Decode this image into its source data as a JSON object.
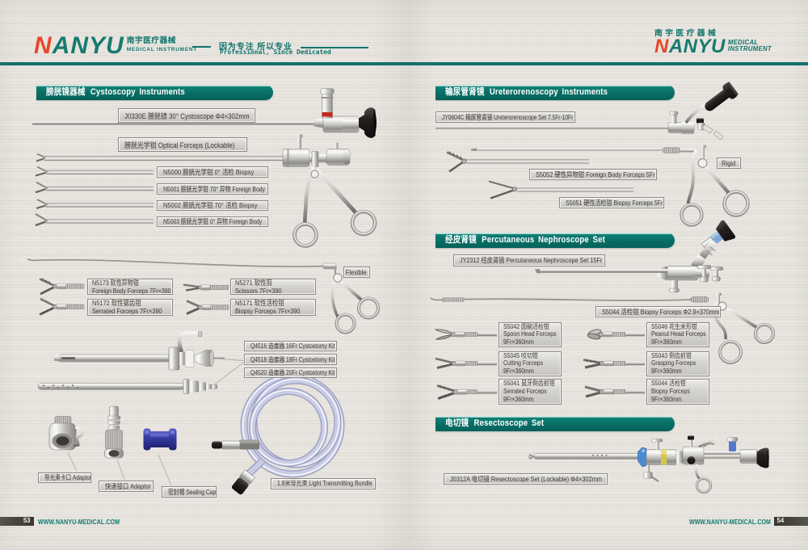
{
  "colors": {
    "paper": "#e9e6e1",
    "teal_band": "#0a7168",
    "teal_rule": "#11726b",
    "logo_teal": "#177a6e",
    "logo_red": "#e8472b",
    "label_plate": "#d8d6d2",
    "label_text": "#3a382f",
    "steel": "#b5b4b0",
    "black_part": "#1f1d1b",
    "blue_cap": "#333898",
    "cable_blue": "#c7cae1",
    "footer_bar": "#3f3d38"
  },
  "header": {
    "logo_left": {
      "brand_first": "N",
      "brand_rest": "ANYU",
      "brand_cn": "南宇医疗器械",
      "brand_sub": "MEDICAL  INSTRUMENT"
    },
    "slogan_cn": "因为专注  所以专业",
    "slogan_en": "Professional, Since Dedicated",
    "logo_right": {
      "brand_cn": "南宇医疗器械",
      "brand_first": "N",
      "brand_rest": "ANYU",
      "sub_line1": "MEDICAL",
      "sub_line2": "INSTRUMENT"
    }
  },
  "sections": {
    "cystoscopy": {
      "title_cn": "膀胱镜器械",
      "title_en": "Cystoscopy Instruments"
    },
    "uretero": {
      "title_cn": "输尿管肾镜",
      "title_en": "Ureterorenoscopy Instruments"
    },
    "nephro": {
      "title_cn": "经皮肾镜",
      "title_en": "Percutaneous Nephroscope Set"
    },
    "resecto": {
      "title_cn": "电切镜",
      "title_en": "Resectoscope Set"
    }
  },
  "labels": {
    "j0330e": "J0330E 膀胱镜 30°  Cystoscope  Φ4×302mm",
    "optical": "膀胱光学钳 Optical Forceps (Lockable)",
    "n5000": "N5000 膀胱光学钳  0°  活检 Biopsy",
    "n5001": "N5001 膀胱光学钳 70°  异物 Foreign Body",
    "n5002": "N5002 膀胱光学钳 70°  活检 Biopsy",
    "n5003": "N5003 膀胱光学钳  0°  异物 Foreign Body",
    "flexible": "Flexible",
    "n5173_l1": "N5173 软性异物钳",
    "n5173_l2": "Foreign Body Forceps 7Fr×390",
    "n5271_l1": "N5271 软性剪",
    "n5271_l2": "Scissors 7Fr×390",
    "n5172_l1": "N5172 软性锯齿钳",
    "n5172_l2": "Serrated Forceps 7Fr×390",
    "n5171_l1": "N5171 软性活检钳",
    "n5171_l2": "Biopsy Forceps 7Fr×390",
    "q4516": "Q4516 造瘘器 16Fr Cystostomy Kit",
    "q4518": "Q4518 造瘘器 18Fr Cystostomy Kit",
    "q4520": "Q4520 造瘘器 20Fr Cystostomy Kit",
    "adaptor_bayonet": "导光束卡口 Adaptor",
    "adaptor_quick": "快速接口 Adaptor",
    "sealing_cap": "密封帽 Sealing Cap",
    "light_bundle": "1.8米导光束  Light Transmitting Bundle",
    "jy0604c": "JY0604C 输尿管肾镜 Ureterorenoscope Set 7.5Fr-10Fr",
    "rigid": "Rigid",
    "s5052": "S5052 硬性异物钳 Foreign Body Forceps 5Fr",
    "s5051": "S5051 硬性活检钳 Biopsy Forceps 5Fr",
    "jy2312": "JY2312 经皮肾镜 Percutaneous Nephroscope Set 15Fr",
    "s5044_big": "S5044 活检钳 Biopsy Forceps  Φ2.9×370mm",
    "j0312a": "J0312A 电切镜 Resectoscope Set (Lockable)  Φ4×302mm"
  },
  "forceps_grid": [
    {
      "l1": "S5042 圆碗活检钳",
      "l2": "Spoon Head Forceps",
      "l3": "9Fr×360mm"
    },
    {
      "l1": "S5045 咬切钳",
      "l2": "Cutting Forceps",
      "l3": "9Fr×360mm"
    },
    {
      "l1": "S5041 鼠牙倒齿抓钳",
      "l2": "Serrated Forceps",
      "l3": "9Fr×360mm"
    },
    {
      "l1": "S5046 花生米形钳",
      "l2": "Peanut Head Forceps",
      "l3": "9Fr×360mm"
    },
    {
      "l1": "S5043 倒齿抓钳",
      "l2": "Grasping Forceps",
      "l3": "9Fr×360mm"
    },
    {
      "l1": "S5044 活检钳",
      "l2": "Biopsy Forceps",
      "l3": "9Fr×360mm"
    }
  ],
  "footer": {
    "left_page_no": "53",
    "left_site": "WWW.NANYU-MEDICAL.COM",
    "right_site": "WWW.NANYU-MEDICAL.COM",
    "right_page_no": "54"
  }
}
